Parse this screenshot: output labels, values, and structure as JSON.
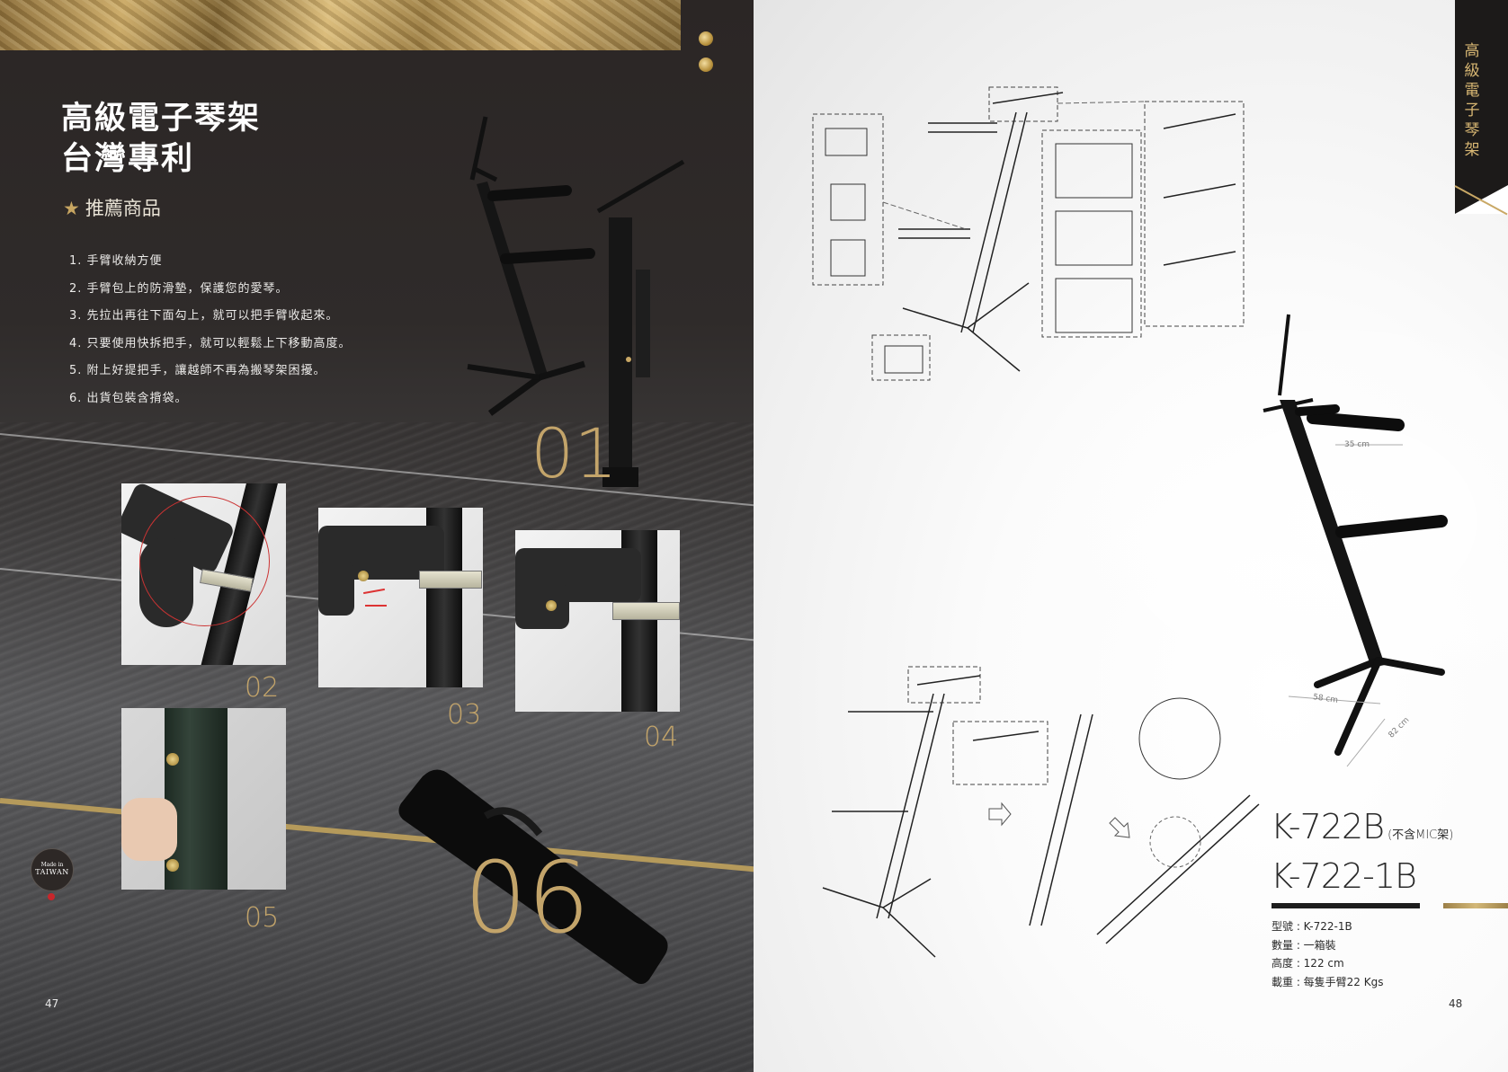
{
  "left_page": {
    "title_line1": "高級電子琴架",
    "title_line2": "台灣專利",
    "recommend_star": "★",
    "recommend_label": "推薦商品",
    "features": [
      "1. 手臂收納方便",
      "2. 手臂包上的防滑墊，保護您的愛琴。",
      "3. 先拉出再往下面勾上，就可以把手臂收起來。",
      "4. 只要使用快拆把手，就可以輕鬆上下移動高度。",
      "5. 附上好提把手，讓越師不再為搬琴架困擾。",
      "6. 出貨包裝含揹袋。"
    ],
    "step_numbers": [
      "01",
      "02",
      "03",
      "04",
      "05",
      "06"
    ],
    "made_in_line1": "Made in",
    "made_in_line2": "TAIWAN",
    "page_number": "47"
  },
  "right_page": {
    "tab_label": "高級電子琴架",
    "model_1": "K-722B",
    "model_1_note": "(不含MIC架)",
    "model_2": "K-722-1B",
    "specs": [
      "型號 : K-722-1B",
      "數量 : 一箱裝",
      "高度 : 122 cm",
      "載重 : 每隻手臂22 Kgs"
    ],
    "dimensions": {
      "arm": "35 cm",
      "base_width": "58 cm",
      "base_depth": "82 cm"
    },
    "page_number": "48"
  },
  "colors": {
    "gold": "#c3a46a",
    "dark_bg": "#2b2625",
    "tab_bg": "#1c1a19"
  }
}
